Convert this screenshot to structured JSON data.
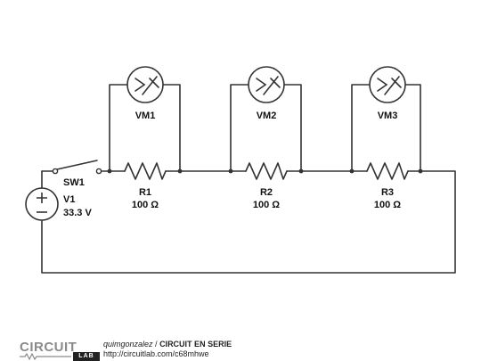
{
  "circuit": {
    "switch_label": "SW1",
    "source_label": "V1",
    "source_value": "33.3 V",
    "resistors": [
      {
        "name": "R1",
        "value": "100 Ω"
      },
      {
        "name": "R2",
        "value": "100 Ω"
      },
      {
        "name": "R3",
        "value": "100 Ω"
      }
    ],
    "voltmeters": [
      "VM1",
      "VM2",
      "VM3"
    ]
  },
  "footer": {
    "brand_top": "CIRCUIT",
    "brand_bottom": "LAB",
    "author": "quimgonzalez",
    "separator": " / ",
    "title": "CIRCUIT EN SERIE",
    "url": "http://circuitlab.com/c68mhwe"
  }
}
